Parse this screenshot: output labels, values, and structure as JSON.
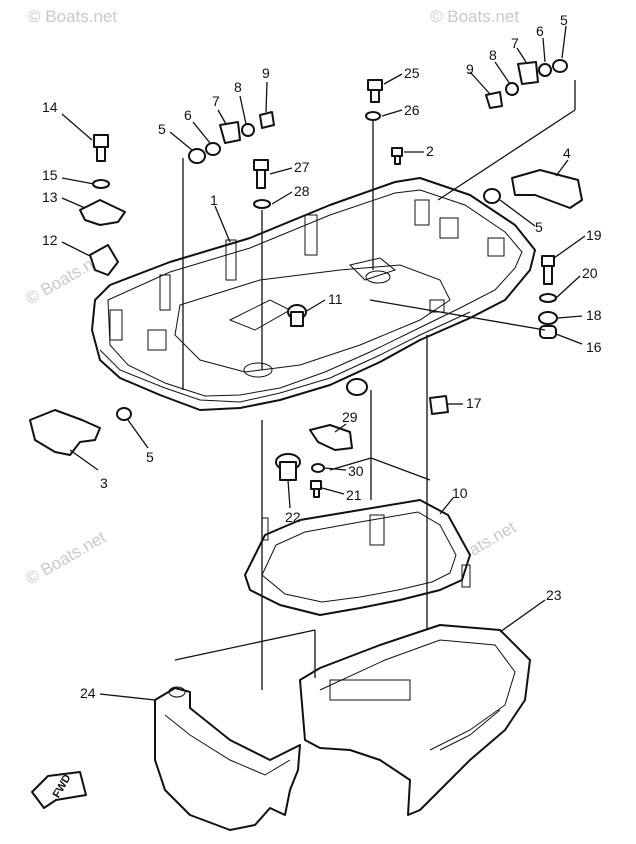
{
  "diagram": {
    "watermark": "© Boats.net",
    "fwd_label": "FWD",
    "callouts": [
      {
        "id": "c14",
        "text": "14"
      },
      {
        "id": "c15",
        "text": "15"
      },
      {
        "id": "c13",
        "text": "13"
      },
      {
        "id": "c12",
        "text": "12"
      },
      {
        "id": "c5a",
        "text": "5"
      },
      {
        "id": "c6a",
        "text": "6"
      },
      {
        "id": "c7a",
        "text": "7"
      },
      {
        "id": "c8a",
        "text": "8"
      },
      {
        "id": "c9a",
        "text": "9"
      },
      {
        "id": "c25",
        "text": "25"
      },
      {
        "id": "c26",
        "text": "26"
      },
      {
        "id": "c2",
        "text": "2"
      },
      {
        "id": "c27",
        "text": "27"
      },
      {
        "id": "c28",
        "text": "28"
      },
      {
        "id": "c1",
        "text": "1"
      },
      {
        "id": "c11",
        "text": "11"
      },
      {
        "id": "c9b",
        "text": "9"
      },
      {
        "id": "c8b",
        "text": "8"
      },
      {
        "id": "c7b",
        "text": "7"
      },
      {
        "id": "c6b",
        "text": "6"
      },
      {
        "id": "c5b",
        "text": "5"
      },
      {
        "id": "c4",
        "text": "4"
      },
      {
        "id": "c5c",
        "text": "5"
      },
      {
        "id": "c19",
        "text": "19"
      },
      {
        "id": "c20",
        "text": "20"
      },
      {
        "id": "c18",
        "text": "18"
      },
      {
        "id": "c16",
        "text": "16"
      },
      {
        "id": "c17",
        "text": "17"
      },
      {
        "id": "c3",
        "text": "3"
      },
      {
        "id": "c5d",
        "text": "5"
      },
      {
        "id": "c29",
        "text": "29"
      },
      {
        "id": "c30",
        "text": "30"
      },
      {
        "id": "c21",
        "text": "21"
      },
      {
        "id": "c22",
        "text": "22"
      },
      {
        "id": "c10",
        "text": "10"
      },
      {
        "id": "c23",
        "text": "23"
      },
      {
        "id": "c24",
        "text": "24"
      }
    ]
  }
}
